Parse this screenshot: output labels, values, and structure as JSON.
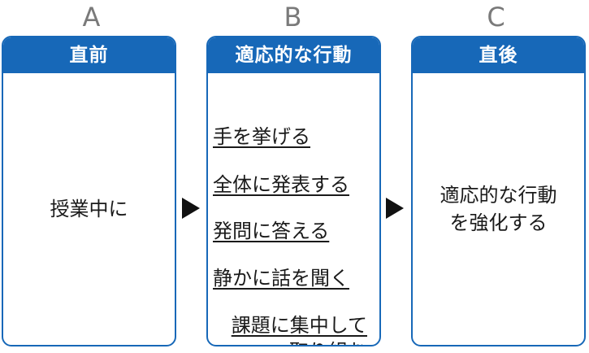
{
  "columns": [
    {
      "letter": "A",
      "header": "直前",
      "body": "授業中に"
    },
    {
      "letter": "B",
      "header": "適応的な行動",
      "behaviors": [
        "手を挙げる",
        "全体に発表する",
        "発問に答える",
        "静かに話を聞く",
        "課題に集中して取り組む"
      ]
    },
    {
      "letter": "C",
      "header": "直後",
      "body": "適応的な行動を強化する"
    }
  ],
  "colors": {
    "accent": "#1768b8",
    "letter": "#7a7a7a",
    "arrow": "#111111"
  },
  "icons": [
    "right-triangle-arrow-icon",
    "right-triangle-arrow-icon"
  ]
}
